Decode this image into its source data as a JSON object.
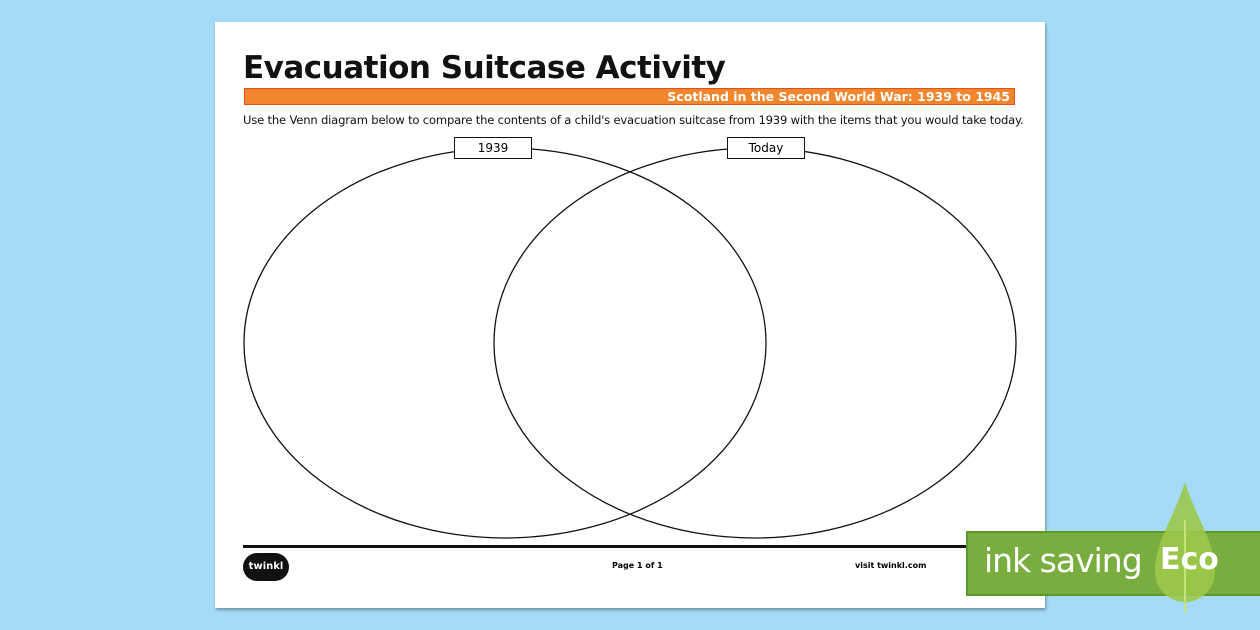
{
  "title": "Evacuation Suitcase Activity",
  "subtitle": "Scotland in the Second World War: 1939 to 1945",
  "instruction": "Use the Venn diagram below to compare the contents of a child's evacuation suitcase from 1939 with the items that you would take today.",
  "venn": {
    "left_label": "1939",
    "right_label": "Today"
  },
  "footer": {
    "logo": "twinkl",
    "page": "Page 1 of 1",
    "visit": "visit twinkl.com"
  },
  "eco": {
    "text": "ink saving",
    "badge": "Eco"
  }
}
